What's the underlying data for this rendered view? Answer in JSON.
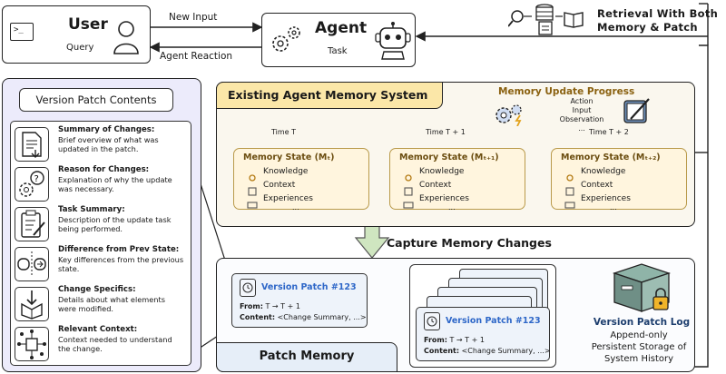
{
  "user_box": {
    "title": "User",
    "subtitle": "Query"
  },
  "agent_box": {
    "title": "Agent",
    "subtitle": "Task"
  },
  "arrows": {
    "new_input": "New Input",
    "agent_reaction": "Agent Reaction"
  },
  "retrieval": {
    "line1": "Retrieval With Both",
    "line2": "Memory & Patch"
  },
  "version_patch": {
    "header": "Version Patch Contents",
    "items": [
      {
        "title": "Summary of Changes:",
        "desc": "Brief overview of what was updated in the patch.",
        "icon": "document-download-icon"
      },
      {
        "title": "Reason for Changes:",
        "desc": "Explanation of why the update was necessary.",
        "icon": "question-gear-icon"
      },
      {
        "title": "Task Summary:",
        "desc": "Description of the update task being performed.",
        "icon": "clipboard-pencil-icon"
      },
      {
        "title": "Difference from Prev State:",
        "desc": "Key differences from the previous state.",
        "icon": "compare-toggle-icon"
      },
      {
        "title": "Change Specifics:",
        "desc": "Details about what elements were modified.",
        "icon": "box-arrow-icon"
      },
      {
        "title": "Relevant Context:",
        "desc": "Context needed to understand the change.",
        "icon": "network-document-icon"
      }
    ]
  },
  "memory_system": {
    "title": "Existing Agent Memory System",
    "update_progress": "Memory Update Progress",
    "update_items": [
      "Action",
      "Input",
      "Observation",
      "..."
    ],
    "timeline": [
      "Time T",
      "Time T + 1",
      "Time T + 2"
    ],
    "states": [
      {
        "title": "Memory State (Mₜ)"
      },
      {
        "title": "Memory State (Mₜ₊₁)"
      },
      {
        "title": "Memory State (Mₜ₊₂)"
      }
    ],
    "state_items": [
      "Knowledge",
      "Context",
      "Experiences",
      "..."
    ]
  },
  "capture": "Capture Memory Changes",
  "patch_memory": {
    "title": "Patch Memory",
    "patch_title": "Version Patch #123",
    "from_label": "From:",
    "from_value": "T → T + 1",
    "content_label": "Content:",
    "content_value": "<Change Summary, ...>"
  },
  "patch_log": {
    "title": "Version Patch Log",
    "line1": "Append-only",
    "line2": "Persistent Storage of",
    "line3": "System History"
  },
  "colors": {
    "lavender": "#ecebfb",
    "memory_bg": "#faf7ee",
    "memory_title_bg": "#fbe7a8",
    "state_bg": "#fff5de",
    "patch_bg": "#e6eef8",
    "arrow_green": "#cfe6c0",
    "patch_blue": "#2e67c8"
  }
}
